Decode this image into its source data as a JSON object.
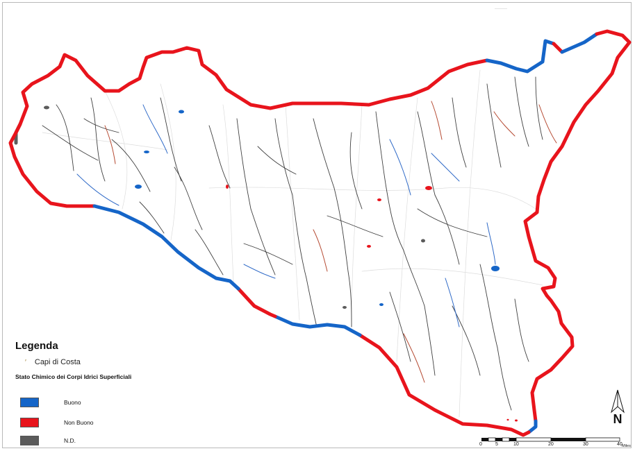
{
  "legend": {
    "title": "Legenda",
    "capi_label": "Capi di Costa",
    "stato_title": "Stato Chimico dei Corpi Idrici Superficiali",
    "items": [
      {
        "label": "Buono",
        "color": "#1565c8"
      },
      {
        "label": "Non Buono",
        "color": "#e8141c"
      },
      {
        "label": "N.D.",
        "color": "#5b5b5b"
      }
    ]
  },
  "colors": {
    "coast_good": "#1565c8",
    "coast_bad": "#e8141c",
    "river": "#3f3f3f",
    "river_good": "#2e69c7",
    "river_bad": "#b54a32",
    "basin_outline": "#dcdcdc"
  },
  "north_arrow": {
    "label": "N",
    "icon": "north-arrow-icon"
  },
  "scale_bar": {
    "ticks": [
      "0",
      "5",
      "10",
      "20",
      "30",
      "40"
    ],
    "unit": "Miles"
  }
}
